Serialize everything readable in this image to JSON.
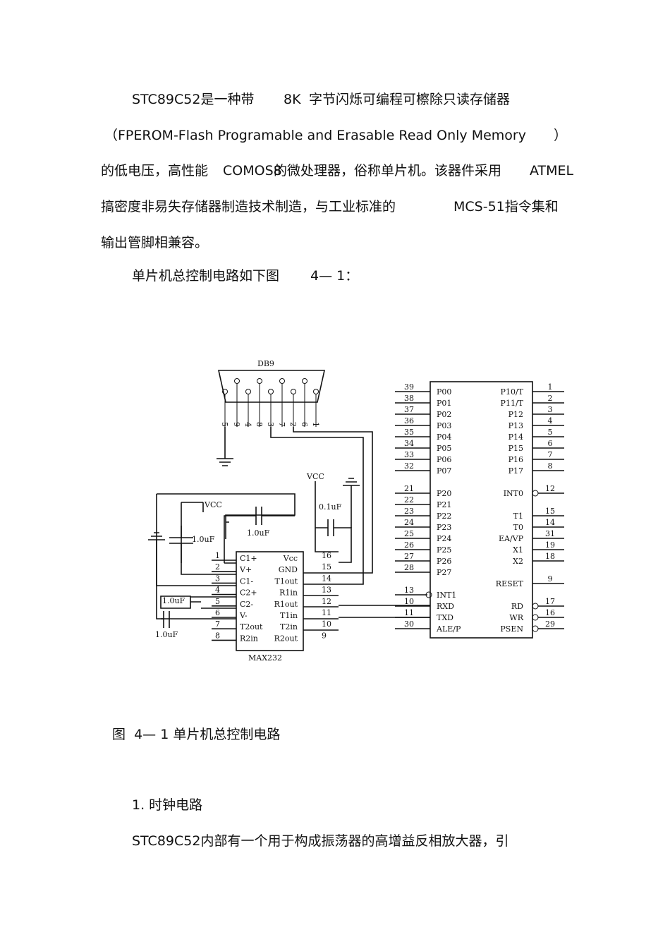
{
  "intro": {
    "line1a": "STC89C52是一种带",
    "line1b": "8K",
    "line1c": "字节闪烁可编程可檫除只读存储器",
    "line2a": "（FPEROM-Flash Programable and Erasable Read Only Memory",
    "line2b": "）",
    "line3a": "的低电压，高性能",
    "line3b": "COMOS8",
    "line3c": "的微处理器，俗称单片机。该器件采用",
    "line3d": "ATMEL",
    "line4a": "搞密度非易失存储器制造技术制造，与工业标准的",
    "line4b": "MCS-51指令集和",
    "line5": "输出管脚相兼容。",
    "line6a": "单片机总控制电路如下图",
    "line6b": "4— 1："
  },
  "figure": {
    "caption": "图  4— 1 单片机总控制电路",
    "db9_label": "DB9",
    "db9_pins": [
      "5",
      "9",
      "4",
      "8",
      "3",
      "7",
      "2",
      "6",
      "1"
    ],
    "vcc1": "VCC",
    "vcc2": "VCC",
    "cap_01": "0.1uF",
    "cap_10a": "1.0uF",
    "cap_10b": "1.0uF",
    "cap_10c": "1.0uF",
    "cap_10d": "1.0uF",
    "max232": {
      "name": "MAX232",
      "left_nums": [
        "1",
        "2",
        "3",
        "4",
        "5",
        "6",
        "7",
        "8"
      ],
      "left_pins": [
        "C1+",
        "V+",
        "C1-",
        "C2+",
        "C2-",
        "V-",
        "T2out",
        "R2in"
      ],
      "right_pins": [
        "Vcc",
        "GND",
        "T1out",
        "R1in",
        "R1out",
        "T1in",
        "T2in",
        "R2out"
      ],
      "right_nums": [
        "16",
        "15",
        "14",
        "13",
        "12",
        "11",
        "10",
        "9"
      ]
    },
    "mcu": {
      "left_nums_a": [
        "39",
        "38",
        "37",
        "36",
        "35",
        "34",
        "33",
        "32"
      ],
      "left_pins_a": [
        "P00",
        "P01",
        "P02",
        "P03",
        "P04",
        "P05",
        "P06",
        "P07"
      ],
      "left_nums_b": [
        "21",
        "22",
        "23",
        "24",
        "25",
        "26",
        "27",
        "28"
      ],
      "left_pins_b": [
        "P20",
        "P21",
        "P22",
        "P23",
        "P24",
        "P25",
        "P26",
        "P27"
      ],
      "left_nums_c": [
        "13",
        "10",
        "11",
        "30"
      ],
      "left_pins_c": [
        "INT1",
        "RXD",
        "TXD",
        "ALE/P"
      ],
      "right_pins_a": [
        "P10/T",
        "P11/T",
        "P12",
        "P13",
        "P14",
        "P15",
        "P16",
        "P17"
      ],
      "right_nums_a": [
        "1",
        "2",
        "3",
        "4",
        "5",
        "6",
        "7",
        "8"
      ],
      "int0": "INT0",
      "int0_num": "12",
      "right_pins_b": [
        "T1",
        "T0",
        "EA/VP",
        "X1",
        "X2"
      ],
      "right_nums_b": [
        "15",
        "14",
        "31",
        "19",
        "18"
      ],
      "reset": "RESET",
      "reset_num": "9",
      "right_pins_c": [
        "RD",
        "WR",
        "PSEN"
      ],
      "right_nums_c": [
        "17",
        "16",
        "29"
      ]
    }
  },
  "section": {
    "heading": "1. 时钟电路",
    "body": "STC89C52内部有一个用于构成振荡器的高增益反相放大器，引"
  }
}
